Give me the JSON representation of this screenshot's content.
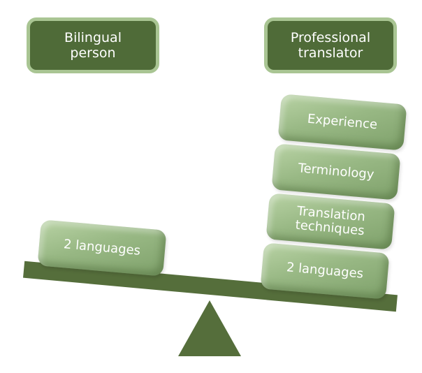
{
  "headers": {
    "left": "Bilingual\nperson",
    "right": "Professional\ntranslator"
  },
  "left_blocks": [
    "2 languages"
  ],
  "right_blocks": [
    "Experience",
    "Terminology",
    "Translation\ntechniques",
    "2 languages"
  ],
  "colors": {
    "dark_green": "#4f6b38",
    "light_green": "#98b884",
    "border_green": "#a9c593"
  }
}
